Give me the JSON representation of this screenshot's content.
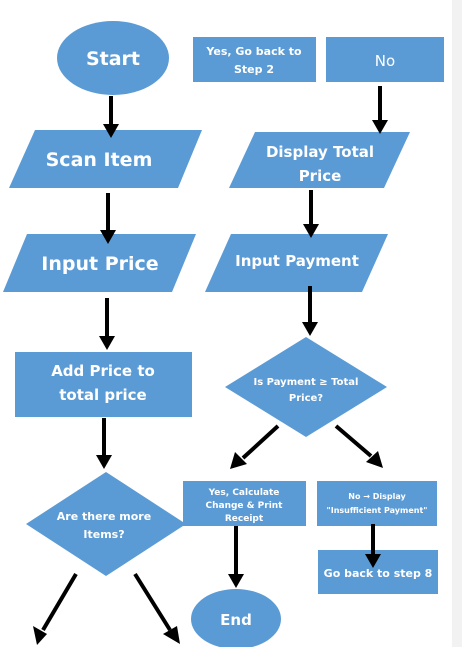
{
  "nodes": {
    "start": "Start",
    "scan_item": "Scan Item",
    "input_price": "Input Price",
    "add_price_l1": "Add Price to",
    "add_price_l2": "total price",
    "more_items_l1": "Are there more",
    "more_items_l2": "Items?",
    "yes_go_back_l1": "Yes, Go back to",
    "yes_go_back_l2": "Step 2",
    "no": "No",
    "display_total_l1": "Display Total",
    "display_total_l2": "Price",
    "input_payment": "Input Payment",
    "payment_check_l1": "Is Payment ≥ Total",
    "payment_check_l2": "Price?",
    "yes_calc_l1": "Yes, Calculate",
    "yes_calc_l2": "Change & Print",
    "yes_calc_l3": "Receipt",
    "no_display_l1": "No → Display",
    "no_display_l2": "\"Insufficient Payment\"",
    "go_back_step8": "Go back to step 8",
    "end": "End"
  },
  "colors": {
    "shape_fill": "#5b9bd5",
    "text": "#ffffff",
    "arrow": "#000000"
  }
}
